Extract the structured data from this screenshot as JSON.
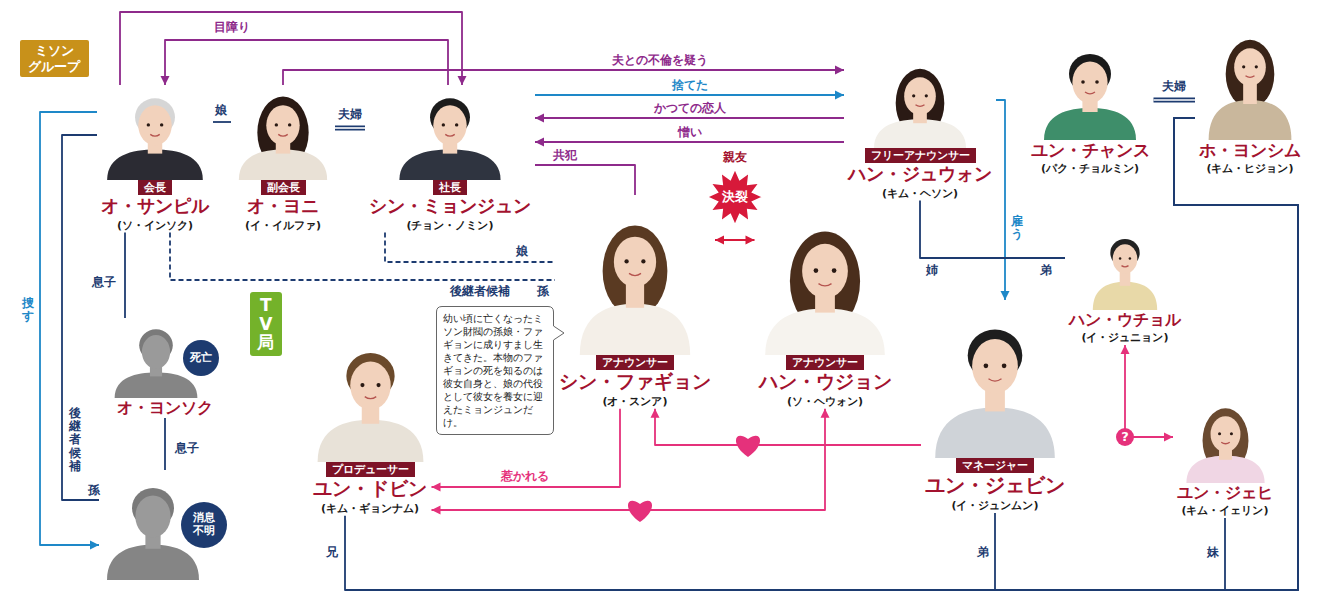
{
  "diagram": {
    "nodes": [
      {
        "text": [
          "ミソン グループ"
        ]
      },
      {
        "text": [
          "会長",
          "オ・サンピル",
          "(ソ・インソク)"
        ],
        "in": 0
      },
      {
        "text": [
          "副会長",
          "オ・ヨニ",
          "(イ・イルファ)"
        ],
        "in": 0
      },
      {
        "text": [
          "社長",
          "シン・ミョンジュン",
          "(チョン・ノミン)"
        ],
        "in": 0
      },
      {
        "text": [
          "フリーアナウンサー",
          "ハン・ジュウォン",
          "(キム・ヘソン)"
        ]
      },
      {
        "text": [
          "ユン・チャンス",
          "(パク・チョルミン)"
        ]
      },
      {
        "text": [
          "ホ・ヨンシム",
          "(キム・ヒジョン)"
        ]
      },
      {
        "text": [
          "死亡",
          "オ・ヨンソク"
        ]
      },
      {
        "text": [
          "消息不明"
        ]
      },
      {
        "text": [
          "TV局"
        ]
      },
      {
        "text": [
          "幼い頃に亡くなったミソン財閥の孫娘・ファギョンに成りすまし生きてきた。本物のファギョンの死を知るのは彼女自身と、娘の代役として彼女を養女に迎えたミョンジュンだけ。"
        ],
        "in": 9
      },
      {
        "text": [
          "プロデューサー",
          "ユン・ドビン",
          "(キム・ギョンナム)"
        ],
        "in": 9
      },
      {
        "text": [
          "アナウンサー",
          "シン・ファギョン",
          "(オ・スンア)"
        ],
        "in": 9
      },
      {
        "text": [
          "アナウンサー",
          "ハン・ウジョン",
          "(ソ・ヘウォン)"
        ],
        "in": 9
      },
      {
        "text": [
          "ハン・ウチョル",
          "(イ・ジュニョン)"
        ]
      },
      {
        "text": [
          "マネージャー",
          "ユン・ジェビン",
          "(イ・ジュンムン)"
        ]
      },
      {
        "text": [
          "ユン・ジェヒ",
          "(キム・イェリン)"
        ]
      }
    ],
    "edges": [
      {
        "from": 1,
        "to": 3,
        "arrow": "to"
      },
      {
        "from": 3,
        "to": 1,
        "arrow": "to",
        "label": "目障り"
      },
      {
        "from": 2,
        "to": 4,
        "arrow": "to",
        "label": "夫との不倫を疑う"
      },
      {
        "from": 3,
        "to": 4,
        "arrow": "to",
        "label": "捨てた"
      },
      {
        "from": 4,
        "to": 3,
        "arrow": "to",
        "label": "かつての恋人"
      },
      {
        "from": 4,
        "to": 3,
        "arrow": "to",
        "label": "憎い"
      },
      {
        "from": 1,
        "to": 2,
        "arrow": "none",
        "label": "娘"
      },
      {
        "from": 2,
        "to": 3,
        "arrow": "none",
        "label": "夫婦"
      },
      {
        "from": 12,
        "to": 3,
        "arrow": "none",
        "label": "共犯"
      },
      {
        "from": 12,
        "to": 13,
        "arrow": "both",
        "label": "決裂"
      },
      {
        "from": 3,
        "to": 12,
        "arrow": "none",
        "label": "娘"
      },
      {
        "from": 1,
        "to": 12,
        "arrow": "none",
        "label": "後継者候補"
      },
      {
        "from": 1,
        "to": 8,
        "arrow": "to",
        "label": "捜す"
      },
      {
        "from": 1,
        "to": 8,
        "arrow": "none",
        "label": "後継者候補"
      },
      {
        "from": 1,
        "to": 7,
        "arrow": "none",
        "label": "息子"
      },
      {
        "from": 7,
        "to": 8,
        "arrow": "none",
        "label": "息子"
      },
      {
        "from": 4,
        "to": 15,
        "arrow": "to",
        "label": "雇う"
      },
      {
        "from": 4,
        "to": 14,
        "arrow": "none",
        "label": "姉"
      },
      {
        "from": 5,
        "to": 6,
        "arrow": "none",
        "label": "夫婦"
      },
      {
        "from": 12,
        "to": 11,
        "arrow": "to",
        "label": "惹かれる"
      },
      {
        "from": 15,
        "to": 12,
        "arrow": "to"
      },
      {
        "from": 13,
        "to": 11,
        "arrow": "both"
      },
      {
        "from": 14,
        "to": 16,
        "arrow": "both",
        "label": "?"
      },
      {
        "from": 6,
        "to": 11,
        "arrow": "none",
        "label": "兄"
      },
      {
        "from": 6,
        "to": 15,
        "arrow": "none",
        "label": "弟"
      },
      {
        "from": 6,
        "to": 16,
        "arrow": "none",
        "label": "妹"
      }
    ],
    "labels": [
      "親友",
      "孫",
      "孫",
      "弟"
    ]
  }
}
